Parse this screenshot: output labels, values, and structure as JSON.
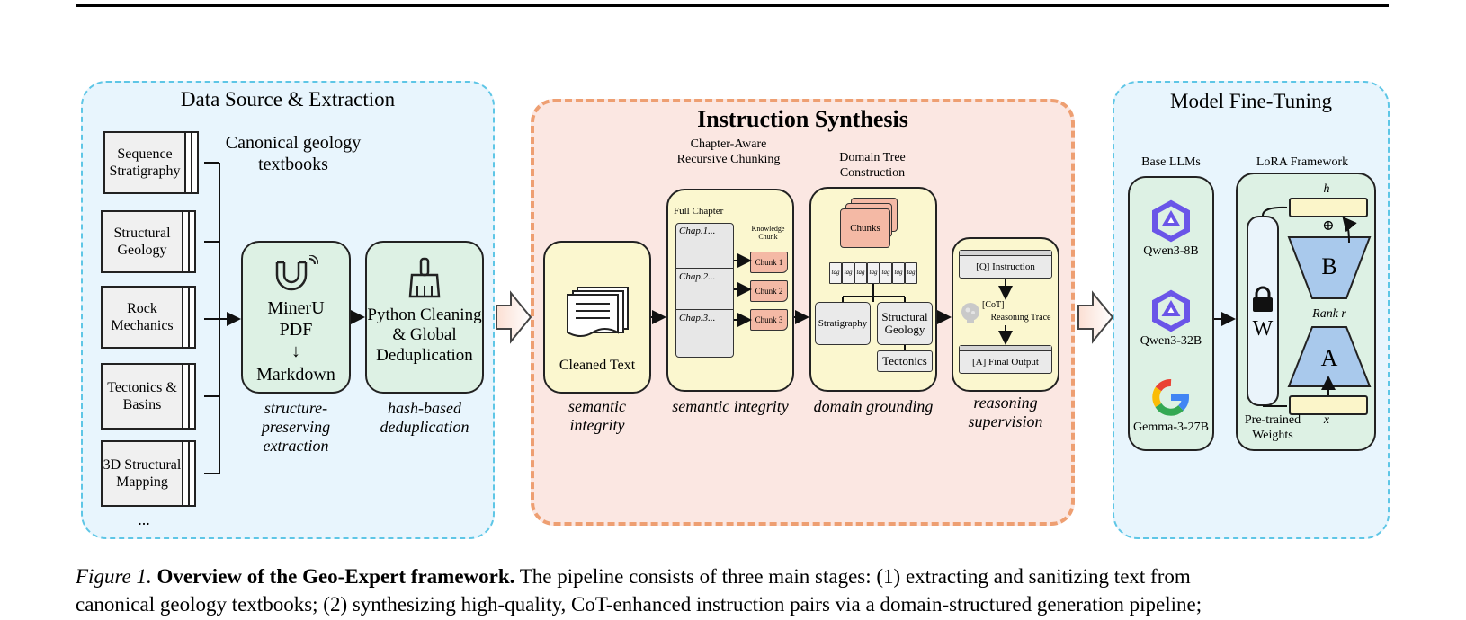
{
  "stages": {
    "extraction": {
      "title": "Data Source & Extraction",
      "source_label": "Canonical geology textbooks",
      "books": [
        "Sequence Stratigraphy",
        "Structural Geology",
        "Rock Mechanics",
        "Tectonics & Basins",
        "3D Structural Mapping"
      ],
      "more": "...",
      "mineru": {
        "line1": "MinerU",
        "line2": "PDF",
        "arrow": "↓",
        "line3": "Markdown",
        "note": "structure-preserving extraction"
      },
      "cleaning": {
        "label": "Python Cleaning & Global Deduplication",
        "note": "hash-based deduplication"
      }
    },
    "synthesis": {
      "title": "Instruction Synthesis",
      "cleaned": {
        "label": "Cleaned Text",
        "note": "semantic integrity"
      },
      "chunking": {
        "title": "Chapter-Aware Recursive Chunking",
        "full_chapter": "Full Chapter",
        "chapters": [
          "Chap.1...",
          "Chap.2...",
          "Chap.3..."
        ],
        "knowledge_chunk": "Knowledge Chunk",
        "chunks": [
          "Chunk 1",
          "Chunk 2",
          "Chunk 3"
        ],
        "note": "semantic integrity"
      },
      "domain_tree": {
        "title": "Domain Tree Construction",
        "chunks_label": "Chunks",
        "tag": "tag",
        "nodes": [
          "Stratigraphy",
          "Structural Geology",
          "Tectonics"
        ],
        "note": "domain grounding"
      },
      "reasoning": {
        "instruction": "[Q] Instruction",
        "cot": "[CoT]",
        "trace": "Reasoning Trace",
        "output": "[A] Final Output",
        "note": "reasoning supervision"
      }
    },
    "finetuning": {
      "title": "Model Fine-Tuning",
      "base_title": "Base LLMs",
      "models": [
        "Qwen3-8B",
        "Qwen3-32B",
        "Gemma-3-27B"
      ],
      "lora_title": "LoRA Framework",
      "h": "h",
      "plus": "⊕",
      "B": "B",
      "rank": "Rank r",
      "A": "A",
      "W": "W",
      "x": "x",
      "weights": "Pre-trained Weights"
    }
  },
  "caption": {
    "figure": "Figure 1.",
    "title": "Overview of the Geo-Expert framework.",
    "line1": "The pipeline consists of three main stages: (1) extracting and sanitizing text from",
    "line2": "canonical geology textbooks; (2) synthesizing high-quality, CoT-enhanced instruction pairs via a domain-structured generation pipeline;"
  },
  "colors": {
    "panel_blue": "#e8f5fd",
    "panel_blue_border": "#5ec6e6",
    "panel_orange": "#fbe7e2",
    "panel_orange_border": "#ee9f72",
    "green_box": "#ddf1e4",
    "yellow_box": "#fbf7cf",
    "chunk_pink": "#f4b9a5",
    "lora_blue": "#a9c9ec",
    "qwen_purple": "#6a55e8"
  }
}
